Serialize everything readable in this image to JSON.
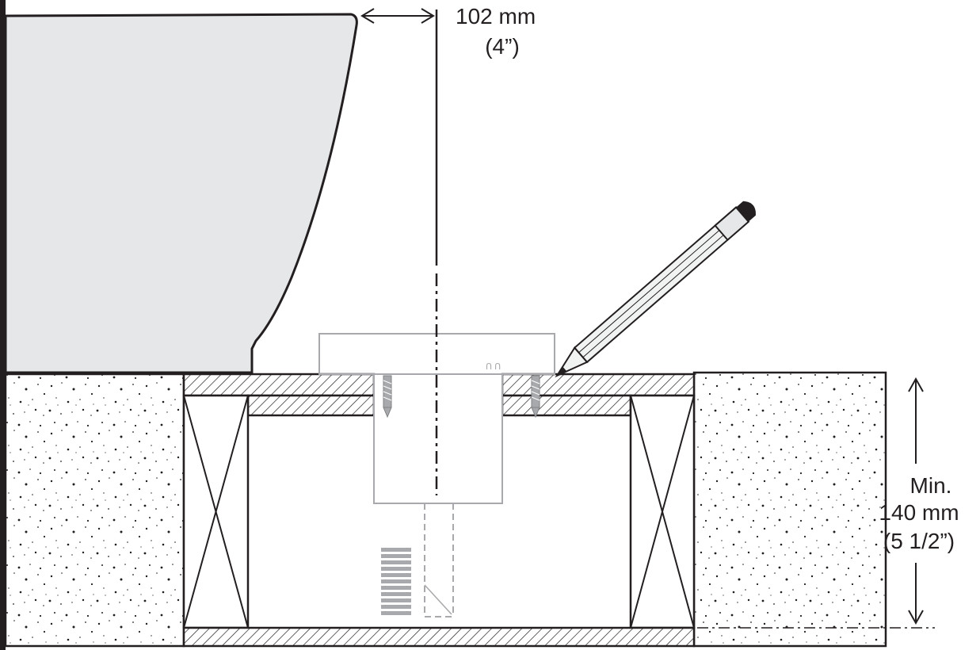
{
  "dimensions": {
    "offset": {
      "metric": "102 mm",
      "imperial": "(4”)"
    },
    "floor_depth": {
      "prefix": "Min.",
      "metric": "140 mm",
      "imperial": "(5 1/2”)"
    }
  },
  "colors": {
    "line": "#231f20",
    "bowl_fill": "#e6e7e8",
    "hidden_part": "#a7a9ac",
    "pencil_body": "#f1f2f2"
  },
  "icons": {
    "pencil": "pencil-icon",
    "screw": "screw-icon",
    "arrow": "dimension-arrow-icon"
  }
}
